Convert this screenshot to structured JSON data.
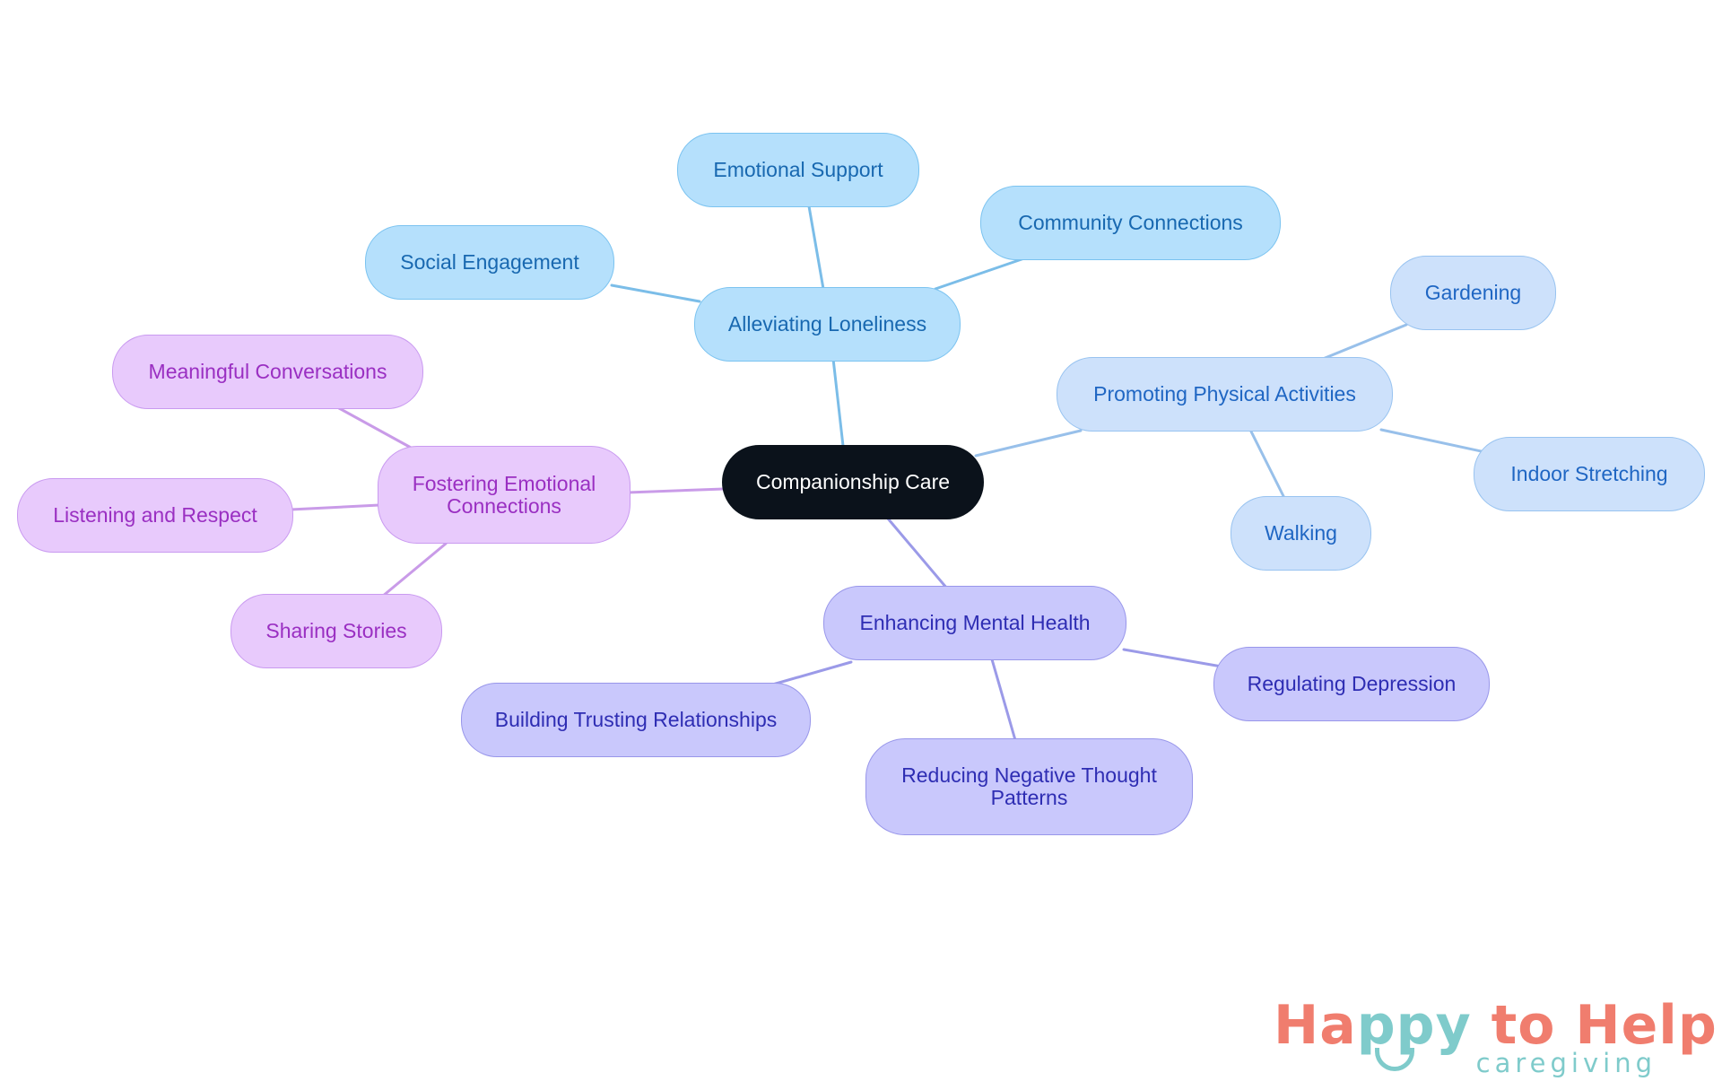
{
  "diagram": {
    "root": {
      "label": "Companionship Care"
    },
    "branches": [
      {
        "key": "loneliness",
        "label": "Alleviating Loneliness",
        "color": "#7bbde8",
        "children": [
          "Emotional Support",
          "Community Connections",
          "Social Engagement"
        ]
      },
      {
        "key": "physical",
        "label": "Promoting Physical Activities",
        "color": "#98c0ea",
        "children": [
          "Gardening",
          "Indoor Stretching",
          "Walking"
        ]
      },
      {
        "key": "mental",
        "label": "Enhancing Mental Health",
        "color": "#9b9ae8",
        "children": [
          "Regulating Depression",
          "Reducing Negative Thought Patterns",
          "Building Trusting Relationships"
        ]
      },
      {
        "key": "emotional",
        "label": "Fostering Emotional Connections",
        "color": "#c99be8",
        "children": [
          "Meaningful Conversations",
          "Listening and Respect",
          "Sharing Stories"
        ]
      }
    ]
  },
  "logo": {
    "part1": "Ha",
    "part2": "ppy",
    "part3": " to Help",
    "sub": "caregiving",
    "coral": "#f07d6e",
    "teal": "#7fcbcb"
  }
}
